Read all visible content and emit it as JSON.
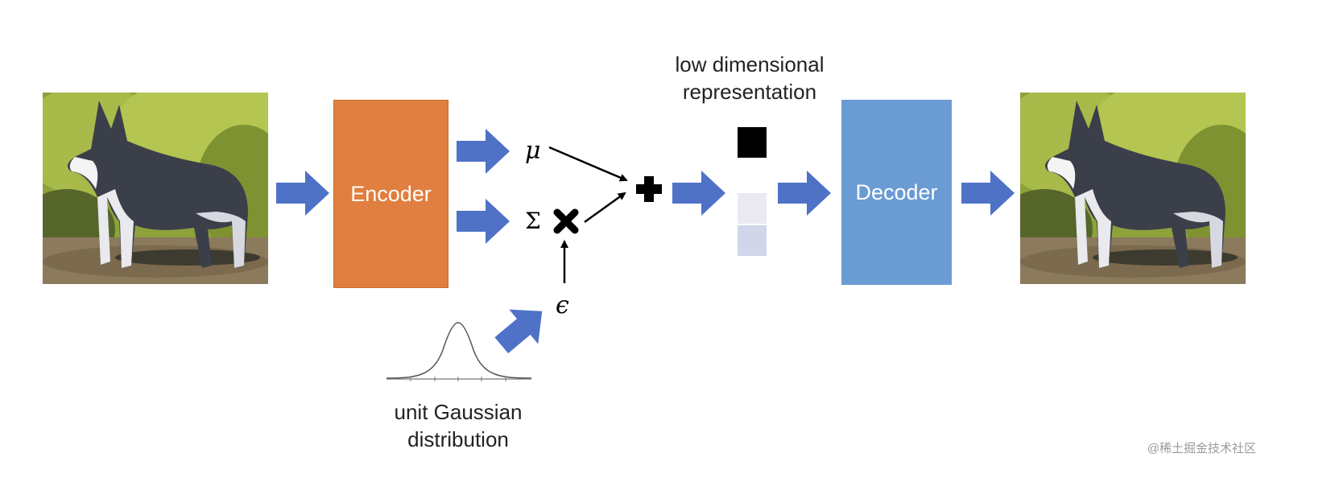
{
  "diagram": {
    "encoder_label": "Encoder",
    "decoder_label": "Decoder",
    "mu_symbol": "μ",
    "sigma_symbol": "Σ",
    "epsilon_symbol": "ϵ",
    "latent_caption_line1": "low dimensional",
    "latent_caption_line2": "representation",
    "gaussian_caption_line1": "unit Gaussian",
    "gaussian_caption_line2": "distribution",
    "input_image": "husky-dog-photo",
    "output_image": "husky-dog-photo-reconstructed",
    "latent_cells": [
      {
        "color": "#000000"
      },
      {
        "color": "#e8e9f3"
      },
      {
        "color": "#d1d6ea"
      }
    ]
  },
  "colors": {
    "encoder": "#e07f3f",
    "decoder": "#6a9bd3",
    "arrow": "#4f72c7"
  },
  "watermark": "@稀土掘金技术社区"
}
